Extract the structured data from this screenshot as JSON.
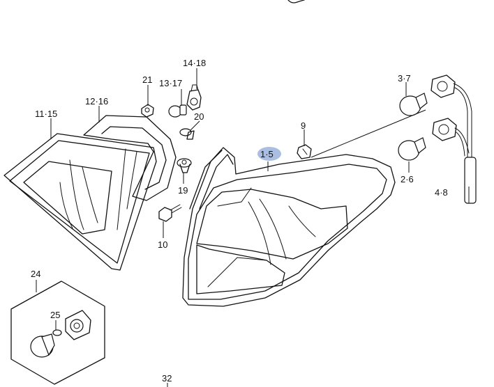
{
  "colors": {
    "ink": "#111111",
    "highlight": "#9bb3dc",
    "background": "#ffffff"
  },
  "labels": {
    "l_11_15": "11·15",
    "l_12_16": "12·16",
    "l_21": "21",
    "l_13_17": "13·17",
    "l_14_18": "14·18",
    "l_20": "20",
    "l_19": "19",
    "l_10": "10",
    "l_9": "9",
    "l_1_5": "1·5",
    "l_3_7": "3·7",
    "l_2_6": "2·6",
    "l_4_8": "4·8",
    "l_24": "24",
    "l_25": "25",
    "l_32": "32"
  },
  "highlighted_callout": "1·5"
}
